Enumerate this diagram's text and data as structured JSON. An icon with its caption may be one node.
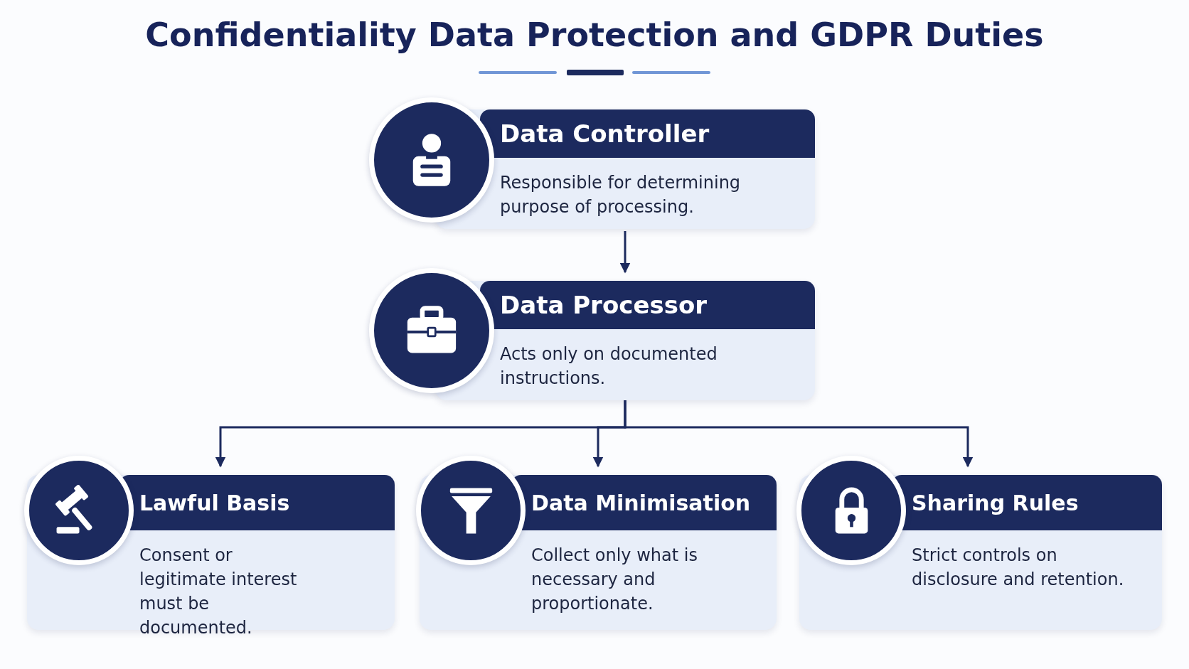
{
  "diagram": {
    "title": "Confidentiality Data Protection and GDPR Duties",
    "nodes": [
      {
        "text": [
          "Data Controller",
          "Responsible for determining purpose of processing."
        ]
      },
      {
        "text": [
          "Data Processor",
          "Acts only on documented instructions."
        ]
      },
      {
        "text": [
          "Lawful Basis",
          "Consent or legitimate interest must be documented."
        ]
      },
      {
        "text": [
          "Data Minimisation",
          "Collect only what is necessary and proportionate."
        ]
      },
      {
        "text": [
          "Sharing Rules",
          "Strict controls on disclosure and retention."
        ]
      }
    ],
    "edges": [
      {
        "from": 0,
        "to": 1,
        "arrow": "to"
      },
      {
        "from": 1,
        "to": 2,
        "arrow": "to"
      },
      {
        "from": 1,
        "to": 3,
        "arrow": "to"
      },
      {
        "from": 1,
        "to": 4,
        "arrow": "to"
      }
    ]
  }
}
